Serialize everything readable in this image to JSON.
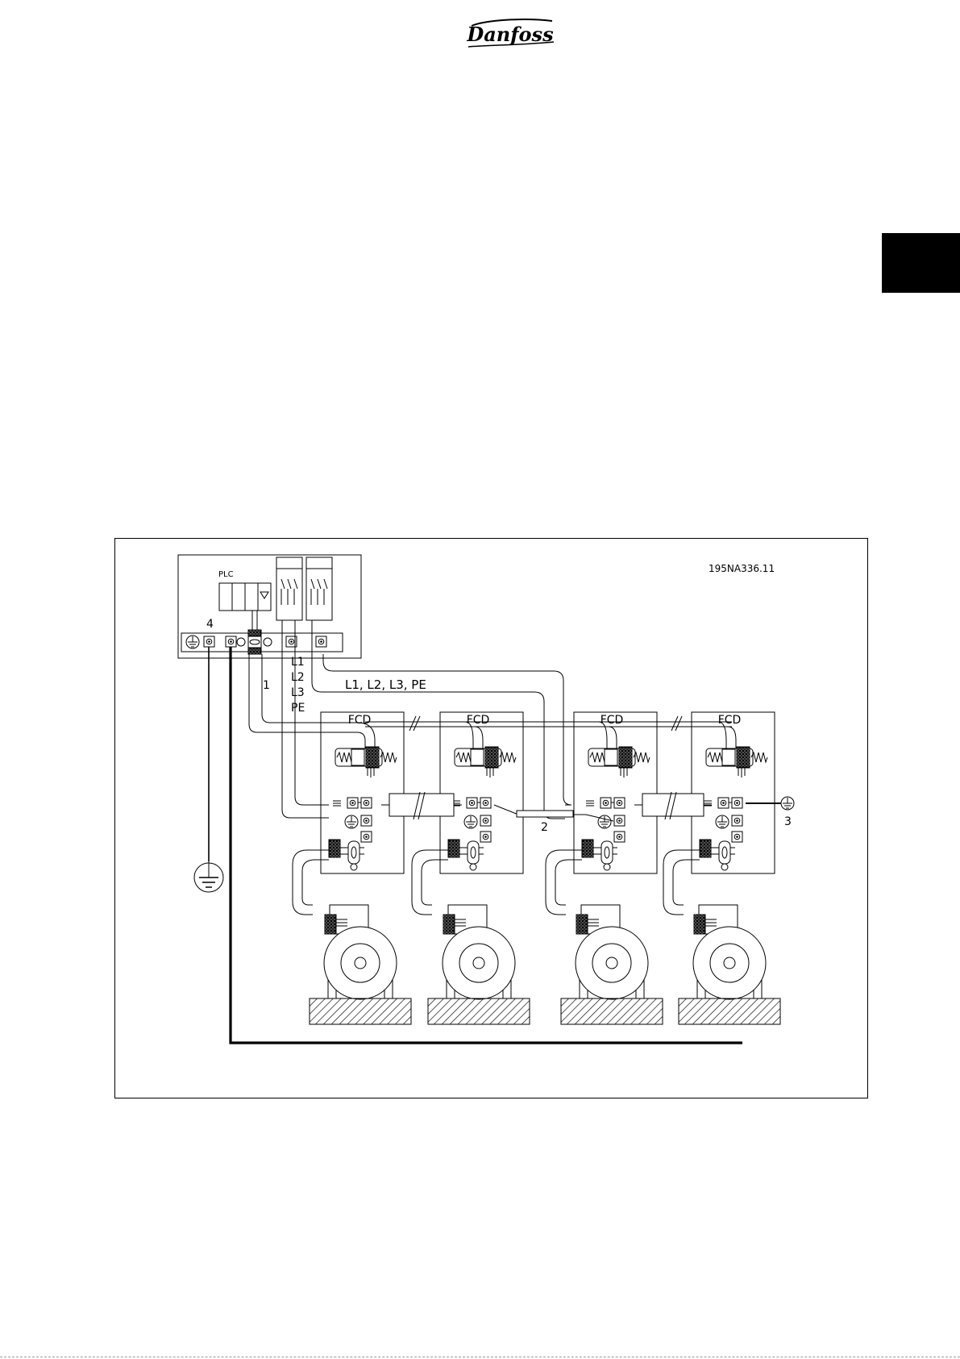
{
  "header": {
    "brand": "Danfoss",
    "brand_color": "#000000",
    "logo_icon": "danfoss-logo-icon"
  },
  "diagram": {
    "drawing_id": "195NA336.11",
    "plc_label": "PLC",
    "drives": [
      "FCD",
      "FCD",
      "FCD",
      "FCD"
    ],
    "phase_labels": [
      "L1",
      "L2",
      "L3",
      "PE"
    ],
    "bus_label": "L1, L2, L3, PE",
    "callouts": [
      "1",
      "2",
      "3",
      "4"
    ]
  }
}
